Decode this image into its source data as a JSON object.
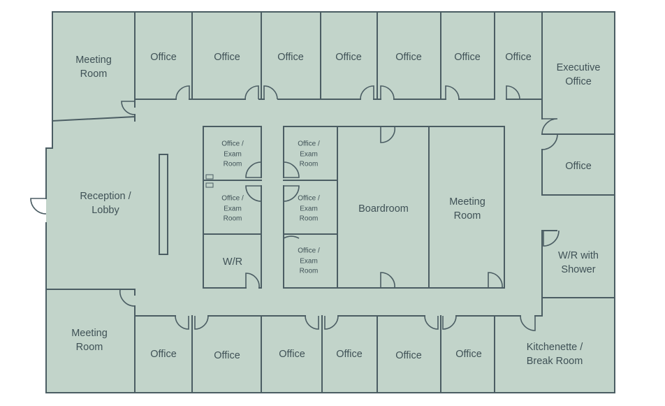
{
  "floor_plan": {
    "colors": {
      "floor": "#c2d4ca",
      "wall": "#4b5d63",
      "text": "#3f5156"
    },
    "rooms": {
      "meeting_room_nw": "Meeting\nRoom",
      "office_top_1": "Office",
      "office_top_2": "Office",
      "office_top_3": "Office",
      "office_top_4": "Office",
      "office_top_5": "Office",
      "office_top_6": "Office",
      "office_top_7": "Office",
      "executive_office": "Executive\nOffice",
      "office_east": "Office",
      "reception": "Reception /\nLobby",
      "exam_1": "Office /\nExam\nRoom",
      "exam_2": "Office /\nExam\nRoom",
      "exam_3": "Office /\nExam\nRoom",
      "exam_4": "Office /\nExam\nRoom",
      "exam_5": "Office /\nExam\nRoom",
      "wr_center": "W/R",
      "boardroom": "Boardroom",
      "meeting_room_center": "Meeting\nRoom",
      "wr_shower": "W/R with\nShower",
      "meeting_room_sw": "Meeting\nRoom",
      "office_bottom_1": "Office",
      "office_bottom_2": "Office",
      "office_bottom_3": "Office",
      "office_bottom_4": "Office",
      "office_bottom_5": "Office",
      "office_bottom_6": "Office",
      "kitchenette": "Kitchenette /\nBreak Room"
    }
  }
}
